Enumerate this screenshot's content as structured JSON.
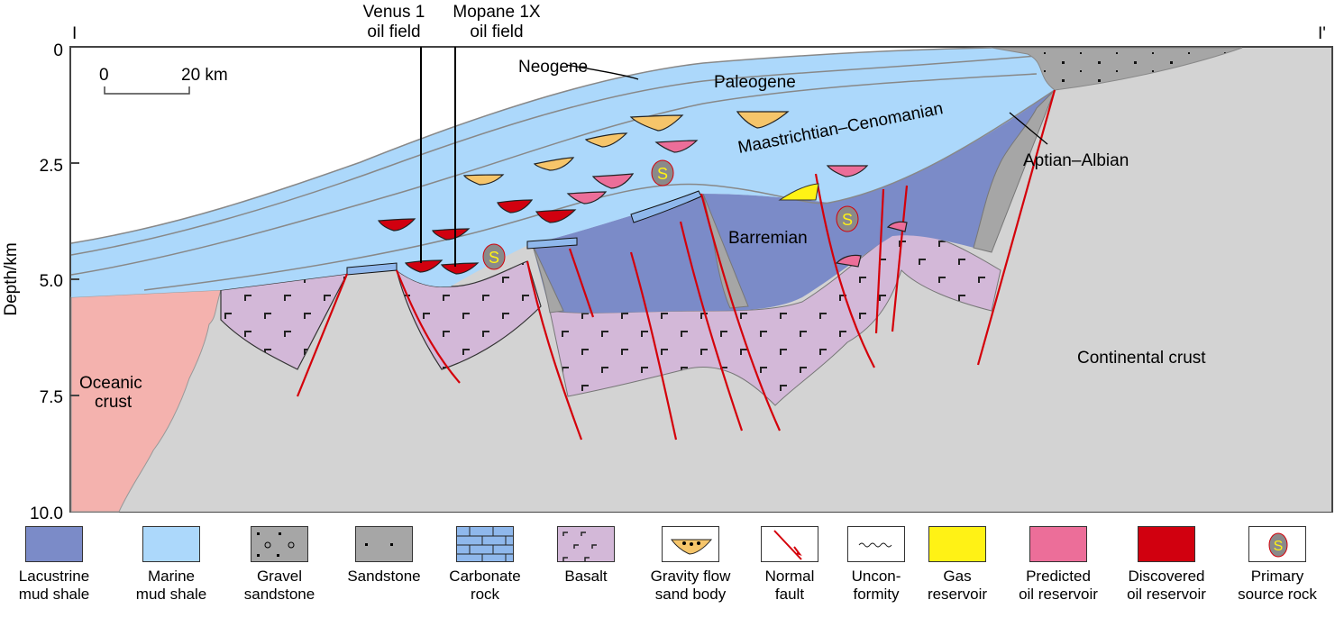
{
  "section": {
    "start_label": "I",
    "end_label": "I'",
    "y_axis_label": "Depth/km",
    "y_ticks": [
      "0",
      "2.5",
      "5.0",
      "7.5",
      "10.0"
    ],
    "scale_bar": {
      "zero": "0",
      "end": "20 km"
    }
  },
  "wells": [
    {
      "name": "Venus 1\noil field",
      "line1": "Venus 1",
      "line2": "oil field"
    },
    {
      "name": "Mopane 1X\noil field",
      "line1": "Mopane 1X",
      "line2": "oil field"
    }
  ],
  "units": {
    "neogene": "Neogene",
    "paleogene": "Paleogene",
    "maastrichtian": "Maastrichtian–Cenomanian",
    "aptian": "Aptian–Albian",
    "barremian": "Barremian",
    "oceanic": {
      "line1": "Oceanic",
      "line2": "crust"
    },
    "continental": "Continental crust"
  },
  "source_rock_symbol": "S",
  "colors": {
    "lacustrine": "#7b8bc8",
    "marine": "#acd8fb",
    "gravel": "#a6a6a6",
    "sandstone": "#a6a6a6",
    "carbonate": "#8fb8ec",
    "basalt": "#d3b8d8",
    "gravity": "#f6c56a",
    "fault": "#d4000a",
    "gas": "#fff215",
    "predicted": "#ec6e99",
    "discovered": "#d1000f",
    "oceanic": "#f4b2ae",
    "continental": "#d3d3d3"
  },
  "legend": [
    {
      "key": "lacustrine",
      "label": "Lacustrine\nmud shale"
    },
    {
      "key": "marine",
      "label": "Marine\nmud shale"
    },
    {
      "key": "gravel",
      "label": "Gravel\nsandstone"
    },
    {
      "key": "sandstone",
      "label": "Sandstone"
    },
    {
      "key": "carbonate",
      "label": "Carbonate\nrock"
    },
    {
      "key": "basalt",
      "label": "Basalt"
    },
    {
      "key": "gravity",
      "label": "Gravity flow\nsand body"
    },
    {
      "key": "fault",
      "label": "Normal\nfault"
    },
    {
      "key": "unconformity",
      "label": "Uncon-\nformity"
    },
    {
      "key": "gas",
      "label": "Gas\nreservoir"
    },
    {
      "key": "predicted",
      "label": "Predicted\noil reservoir"
    },
    {
      "key": "discovered",
      "label": "Discovered\noil reservoir"
    },
    {
      "key": "source",
      "label": "Primary\nsource rock"
    }
  ]
}
